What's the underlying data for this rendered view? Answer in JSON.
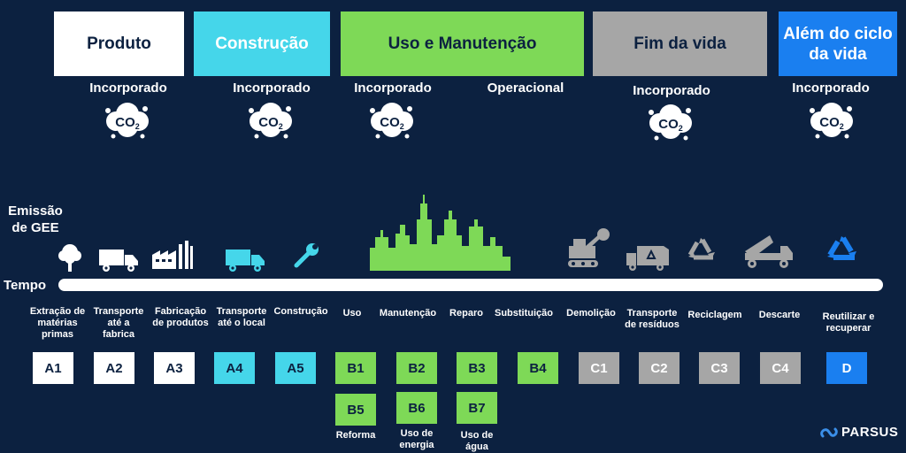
{
  "stages": [
    {
      "label": "Produto",
      "bg": "#ffffff",
      "fg": "#0c2140"
    },
    {
      "label": "Construção",
      "bg": "#45d6ea",
      "fg": "#ffffff"
    },
    {
      "label": "Uso e Manutenção",
      "bg": "#7ed957",
      "fg": "#0c2140"
    },
    {
      "label": "Fim da vida",
      "bg": "#a6a6a6",
      "fg": "#0c2140"
    },
    {
      "label": "Além do ciclo da vida",
      "bg": "#1a7ff0",
      "fg": "#ffffff"
    }
  ],
  "emission_labels": [
    "Incorporado",
    "Incorporado",
    "Incorporado",
    "Operacional",
    "Incorporado",
    "Incorporado"
  ],
  "co2_text": "CO",
  "co2_sub": "2",
  "axis": {
    "emission": "Emissão de GEE",
    "time": "Tempo"
  },
  "stage_names": [
    "Extração de matérias primas",
    "Transporte até a fabrica",
    "Fabricação de produtos",
    "Transporte até o local",
    "Construção",
    "Uso",
    "Manutenção",
    "Reparo",
    "Substituição",
    "Demolição",
    "Transporte de resíduos",
    "Reciclagem",
    "Descarte",
    "Reutilizar e recuperar"
  ],
  "codes": [
    "A1",
    "A2",
    "A3",
    "A4",
    "A5",
    "B1",
    "B2",
    "B3",
    "B4",
    "C1",
    "C2",
    "C3",
    "C4",
    "D"
  ],
  "codes_row2": [
    "B5",
    "B6",
    "B7"
  ],
  "codes_row2_labels": [
    "Reforma",
    "Uso de energia",
    "Uso de água"
  ],
  "brand": "PARSUS",
  "colors": {
    "background": "#0c2140",
    "product": "#ffffff",
    "construction": "#45d6ea",
    "use": "#7ed957",
    "end_of_life": "#a6a6a6",
    "beyond": "#1a7ff0"
  }
}
